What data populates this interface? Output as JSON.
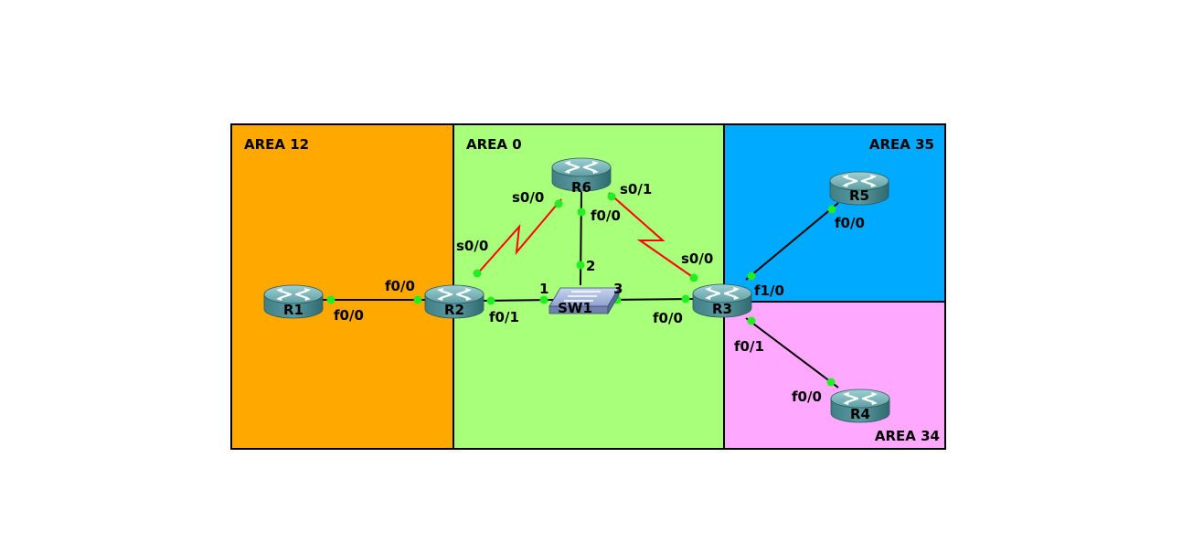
{
  "areas": {
    "area12": {
      "label": "AREA 12",
      "color": "#FFA800"
    },
    "area0": {
      "label": "AREA 0",
      "color": "#A8FF7A"
    },
    "area35": {
      "label": "AREA 35",
      "color": "#00AAFF"
    },
    "area34": {
      "label": "AREA 34",
      "color": "#FFA8FF"
    }
  },
  "devices": {
    "r1": {
      "label": "R1",
      "type": "router"
    },
    "r2": {
      "label": "R2",
      "type": "router"
    },
    "r3": {
      "label": "R3",
      "type": "router"
    },
    "r4": {
      "label": "R4",
      "type": "router"
    },
    "r5": {
      "label": "R5",
      "type": "router"
    },
    "r6": {
      "label": "R6",
      "type": "router"
    },
    "sw1": {
      "label": "SW1",
      "type": "switch"
    }
  },
  "interfaces": {
    "r1_f00": "f0/0",
    "r2_f00": "f0/0",
    "r2_f01": "f0/1",
    "r2_s00": "s0/0",
    "r6_s00": "s0/0",
    "r6_s01": "s0/1",
    "r6_f00": "f0/0",
    "sw1_p1": "1",
    "sw1_p2": "2",
    "sw1_p3": "3",
    "r3_f00": "f0/0",
    "r3_s00": "s0/0",
    "r3_f10": "f1/0",
    "r3_f01": "f0/1",
    "r5_f00": "f0/0",
    "r4_f00": "f0/0"
  },
  "colors": {
    "ethernet_link": "#000000",
    "serial_link": "#FF0000",
    "port_dot": "#22FF22",
    "router_body": "#4D8F95"
  }
}
